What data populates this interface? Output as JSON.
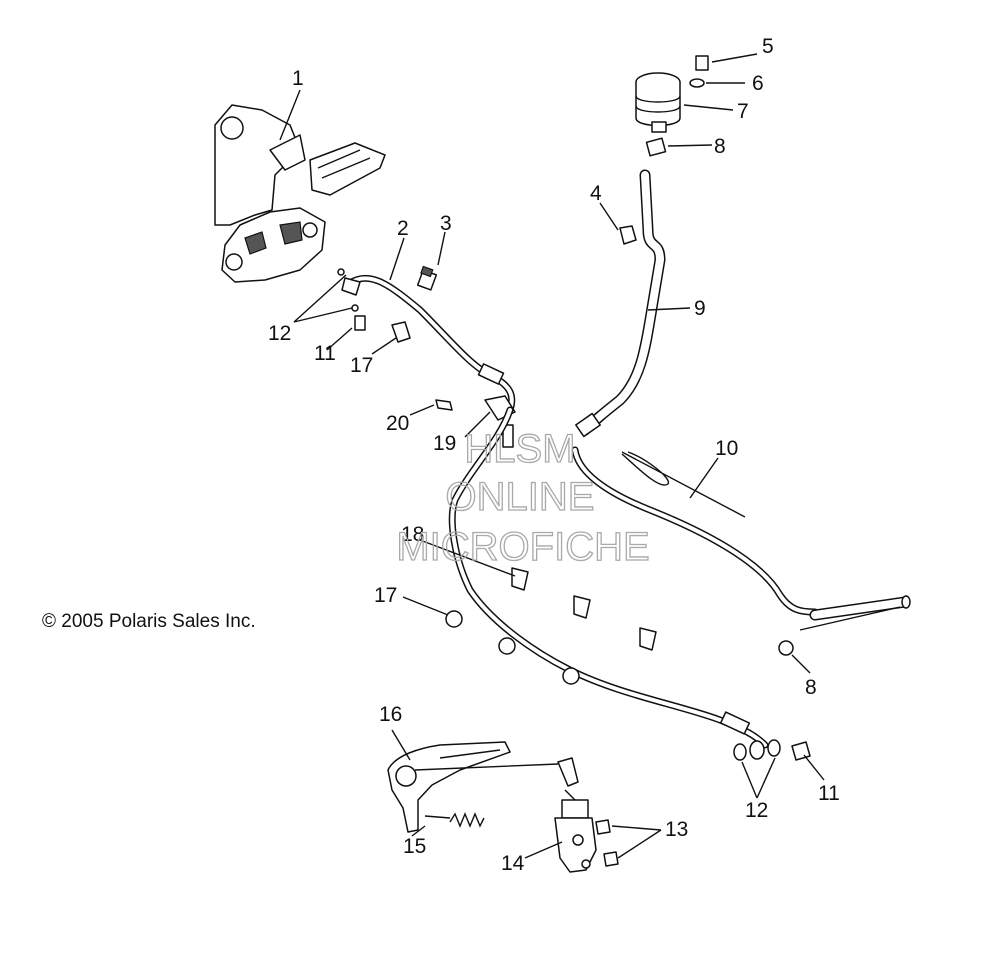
{
  "copyright": "© 2005 Polaris Sales Inc.",
  "watermark": [
    "HLSM",
    "ONLINE",
    "MICROFICHE"
  ],
  "callouts": [
    "1",
    "2",
    "3",
    "4",
    "5",
    "6",
    "7",
    "8",
    "9",
    "10",
    "11",
    "12",
    "17",
    "20",
    "19",
    "18",
    "17",
    "8",
    "16",
    "12",
    "11",
    "15",
    "13",
    "14"
  ]
}
